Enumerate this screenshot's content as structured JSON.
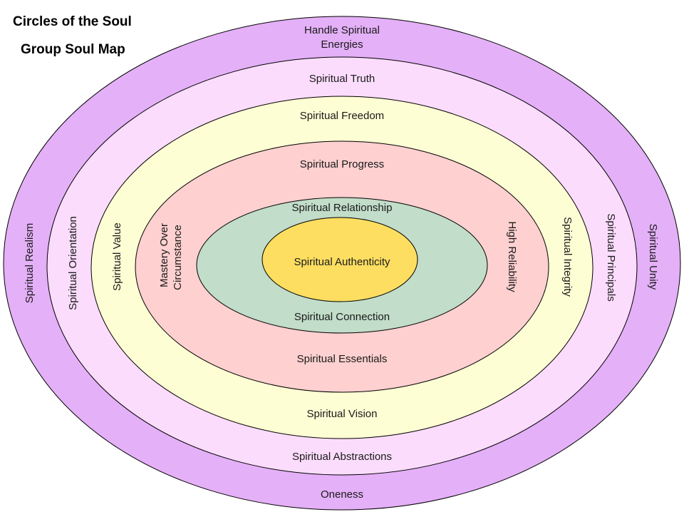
{
  "title": "Circles of the Soul",
  "subtitle": "Group Soul Map",
  "colors": {
    "ring1": "#e4b0f7",
    "ring2": "#fbdcfc",
    "ring3": "#fefed4",
    "ring4": "#fed0d0",
    "ring5": "#c2ddc9",
    "core": "#fdde61",
    "stroke": "#000000"
  },
  "rings": {
    "r1": {
      "top": "Handle Spiritual",
      "top2": "Energies",
      "bottom": "Oneness",
      "left": "Spiritual Realism",
      "right": "Spiritual Unity"
    },
    "r2": {
      "top": "Spiritual Truth",
      "bottom": "Spiritual Abstractions",
      "left": "Spiritual Orientation",
      "right": "Spiritual Principals"
    },
    "r3": {
      "top": "Spiritual Freedom",
      "bottom": "Spiritual Vision",
      "left": "Spiritual Value",
      "right": "Spiritual Integrity"
    },
    "r4": {
      "top": "Spiritual Progress",
      "bottom": "Spiritual Essentials",
      "left": "Mastery Over",
      "left2": "Circumstance",
      "right": "High Reliability"
    },
    "r5": {
      "top": "Spiritual Relationship",
      "bottom": "Spiritual Connection"
    },
    "core": {
      "label": "Spiritual Authenticity"
    }
  }
}
